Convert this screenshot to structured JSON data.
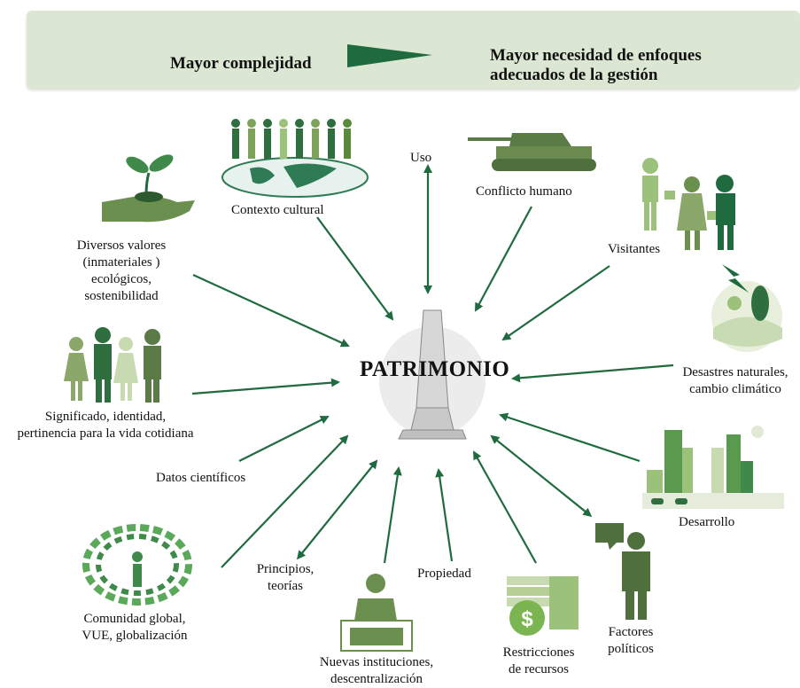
{
  "banner": {
    "left_text": "Mayor complejidad",
    "right_line1": "Mayor necesidad de enfoques",
    "right_line2": "adecuados de la gestión"
  },
  "center": "PATRIMONIO",
  "labels": {
    "uso": "Uso",
    "contexto": "Contexto cultural",
    "conflicto": "Conflicto humano",
    "visitantes": "Visitantes",
    "valores": [
      "Diversos valores",
      "(inmateriales )",
      "ecológicos,",
      "sostenibilidad"
    ],
    "significado": [
      "Significado, identidad,",
      "pertinencia para la vida cotidiana"
    ],
    "desastres": [
      "Desastres naturales,",
      "cambio climático"
    ],
    "datos": "Datos científicos",
    "desarrollo": "Desarrollo",
    "principios": [
      "Principios,",
      "teorías"
    ],
    "propiedad": "Propiedad",
    "comunidad": [
      "Comunidad global,",
      "VUE, globalización"
    ],
    "factores": [
      "Factores",
      "políticos"
    ],
    "restricciones": [
      "Restricciones",
      "de recursos"
    ],
    "instituciones": [
      "Nuevas instituciones,",
      "descentralización"
    ]
  },
  "icons": {
    "dollar_symbol": "$",
    "color_dark": "#1f6b3f",
    "color_mid": "#5a8a3c",
    "color_light": "#9cc17a"
  }
}
